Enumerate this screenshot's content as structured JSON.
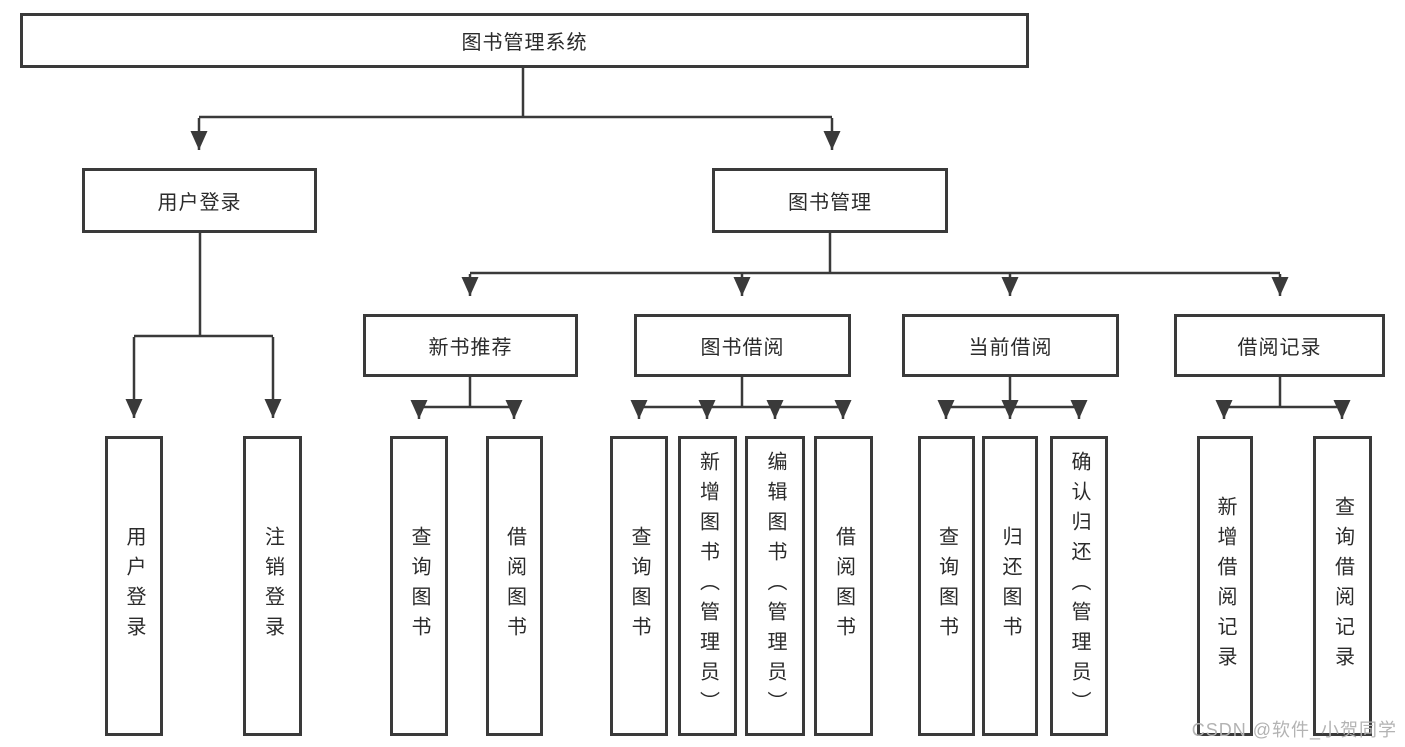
{
  "diagram": {
    "title_node": "图书管理系统",
    "level2": {
      "user_login": "用户登录",
      "book_mgmt": "图书管理"
    },
    "level3": {
      "new_book_rec": "新书推荐",
      "book_borrow": "图书借阅",
      "current_borrow": "当前借阅",
      "borrow_record": "借阅记录"
    },
    "leaves": {
      "user_login": "用户登录",
      "logout": "注销登录",
      "rec_query_books": "查询图书",
      "rec_borrow_books": "借阅图书",
      "bb_query_books": "查询图书",
      "bb_add_books": "新增图书（管理员）",
      "bb_edit_books": "编辑图书（管理员）",
      "bb_borrow_books": "借阅图书",
      "cb_query_books": "查询图书",
      "cb_return_books": "归还图书",
      "cb_confirm_return": "确认归还（管理员）",
      "br_add_record": "新增借阅记录",
      "br_query_record": "查询借阅记录"
    }
  },
  "watermark": "CSDN @软件_小贺同学",
  "colors": {
    "line": "#3a3a3a",
    "text": "#2b2b2b",
    "watermark": "#b3b3b3"
  }
}
